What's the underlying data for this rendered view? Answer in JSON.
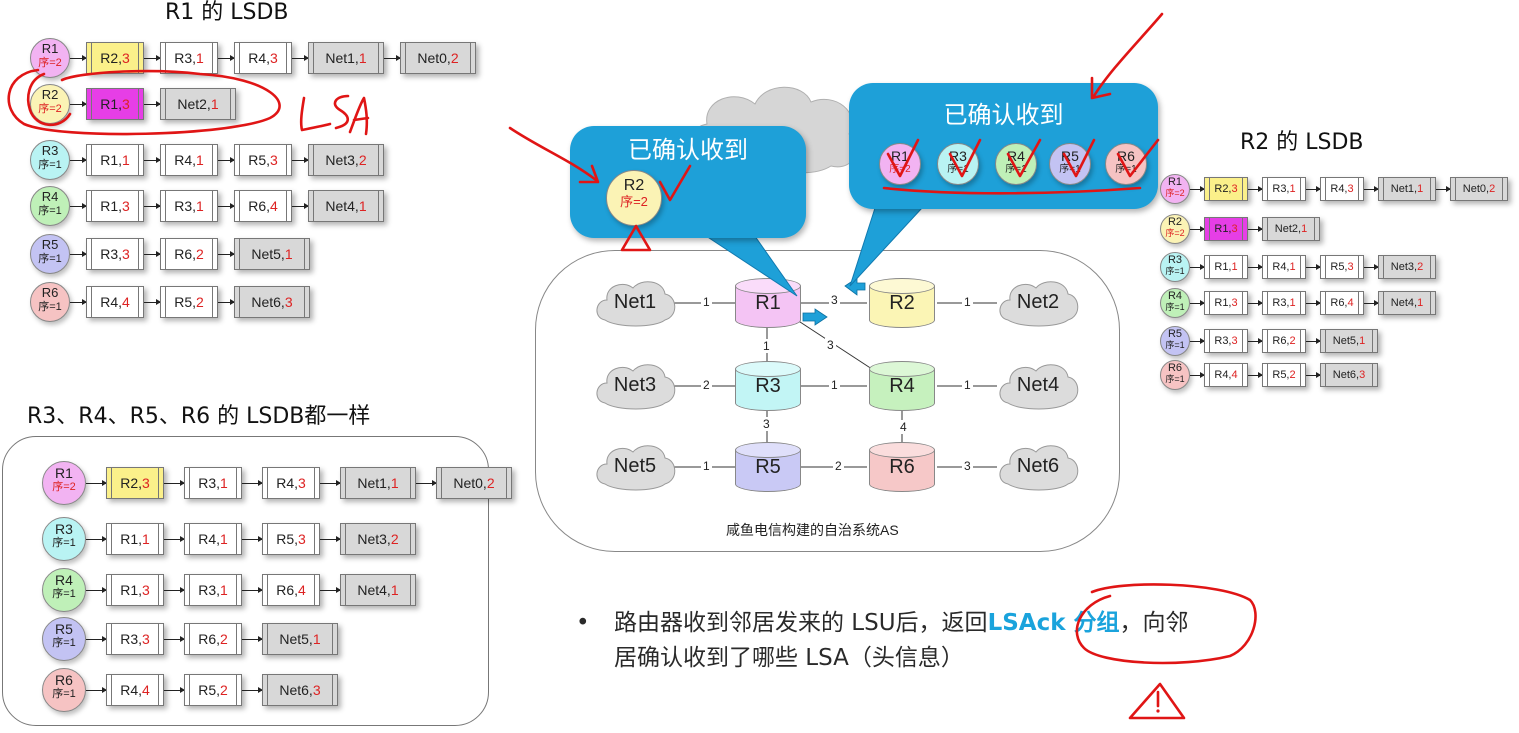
{
  "titles": {
    "r1_lsdb": "R1 的 LSDB",
    "r2_lsdb": "R2 的 LSDB",
    "others_lsdb": "R3、R4、R5、R6 的 LSDB都一样",
    "callout_left": "已确认收到",
    "callout_right": "已确认收到",
    "as_caption": "咸鱼电信构建的自治系统AS",
    "annotation_lsa": "LSA"
  },
  "lsdb": [
    {
      "router": "R1",
      "seq": "序=2",
      "seq_red": true,
      "color": "#f2b3f2",
      "cells": [
        {
          "label": "R2, ",
          "val": "3",
          "style": "yel"
        },
        {
          "label": "R3, ",
          "val": "1",
          "style": "rt"
        },
        {
          "label": "R4, ",
          "val": "3",
          "style": "rt"
        },
        {
          "label": "Net1, ",
          "val": "1",
          "style": "net"
        },
        {
          "label": "Net0, ",
          "val": "2",
          "style": "net"
        }
      ]
    },
    {
      "router": "R2",
      "seq": "序=2",
      "seq_red": true,
      "color": "#fbf3b5",
      "cells": [
        {
          "label": "R1, ",
          "val": "3",
          "style": "mag"
        },
        {
          "label": "Net2, ",
          "val": "1",
          "style": "net"
        }
      ]
    },
    {
      "router": "R3",
      "seq": "序=1",
      "seq_red": false,
      "color": "#b9f3f3",
      "cells": [
        {
          "label": "R1, ",
          "val": "1",
          "style": "rt"
        },
        {
          "label": "R4, ",
          "val": "1",
          "style": "rt"
        },
        {
          "label": "R5, ",
          "val": "3",
          "style": "rt"
        },
        {
          "label": "Net3, ",
          "val": "2",
          "style": "net"
        }
      ]
    },
    {
      "router": "R4",
      "seq": "序=1",
      "seq_red": false,
      "color": "#bff0b8",
      "cells": [
        {
          "label": "R1, ",
          "val": "3",
          "style": "rt"
        },
        {
          "label": "R3, ",
          "val": "1",
          "style": "rt"
        },
        {
          "label": "R6, ",
          "val": "4",
          "style": "rt"
        },
        {
          "label": "Net4, ",
          "val": "1",
          "style": "net"
        }
      ]
    },
    {
      "router": "R5",
      "seq": "序=1",
      "seq_red": false,
      "color": "#c3c3f3",
      "cells": [
        {
          "label": "R3, ",
          "val": "3",
          "style": "rt"
        },
        {
          "label": "R6, ",
          "val": "2",
          "style": "rt"
        },
        {
          "label": "Net5, ",
          "val": "1",
          "style": "net"
        }
      ]
    },
    {
      "router": "R6",
      "seq": "序=1",
      "seq_red": false,
      "color": "#f6c3c3",
      "cells": [
        {
          "label": "R4, ",
          "val": "4",
          "style": "rt"
        },
        {
          "label": "R5, ",
          "val": "2",
          "style": "rt"
        },
        {
          "label": "Net6, ",
          "val": "3",
          "style": "net"
        }
      ]
    }
  ],
  "callout_left_node": {
    "router": "R2",
    "seq": "序=2"
  },
  "callout_right_nodes": [
    {
      "router": "R1",
      "seq": "序=2",
      "color": "#f2b3f2"
    },
    {
      "router": "R3",
      "seq": "序=1",
      "color": "#b9f3f3"
    },
    {
      "router": "R4",
      "seq": "序=1",
      "color": "#bff0b8"
    },
    {
      "router": "R5",
      "seq": "序=1",
      "color": "#c3c3f3"
    },
    {
      "router": "R6",
      "seq": "序=1",
      "color": "#f6c3c3"
    }
  ],
  "topology": {
    "routers": [
      {
        "name": "R1",
        "color": "#f4c4f4"
      },
      {
        "name": "R2",
        "color": "#fbf5b5"
      },
      {
        "name": "R3",
        "color": "#c2f5f5"
      },
      {
        "name": "R4",
        "color": "#c6f1be"
      },
      {
        "name": "R5",
        "color": "#c9c9f5"
      },
      {
        "name": "R6",
        "color": "#f6c8c8"
      }
    ],
    "networks": [
      "Net1",
      "Net2",
      "Net3",
      "Net4",
      "Net5",
      "Net6"
    ],
    "links": [
      {
        "a": "Net1",
        "b": "R1",
        "cost": "1"
      },
      {
        "a": "R1",
        "b": "R2",
        "cost": "3"
      },
      {
        "a": "R2",
        "b": "Net2",
        "cost": "1"
      },
      {
        "a": "R1",
        "b": "R3",
        "cost": "1"
      },
      {
        "a": "R1",
        "b": "R4",
        "cost": "3"
      },
      {
        "a": "Net3",
        "b": "R3",
        "cost": "2"
      },
      {
        "a": "R3",
        "b": "R4",
        "cost": "1"
      },
      {
        "a": "R4",
        "b": "Net4",
        "cost": "1"
      },
      {
        "a": "R3",
        "b": "R5",
        "cost": "3"
      },
      {
        "a": "R4",
        "b": "R6",
        "cost": "4"
      },
      {
        "a": "Net5",
        "b": "R5",
        "cost": "1"
      },
      {
        "a": "R5",
        "b": "R6",
        "cost": "2"
      },
      {
        "a": "R6",
        "b": "Net6",
        "cost": "3"
      }
    ]
  },
  "bullet": {
    "line1_pre": "路由器收到邻居发来的 LSU后，返回",
    "line1_highlight": "LSAck 分组",
    "line1_post": "，向邻",
    "line2": "居确认收到了哪些 LSA（头信息）"
  },
  "colors": {
    "callout": "#1ea0d8",
    "highlight_text": "#1aa3dc",
    "value_red": "#d22222",
    "ink_red": "#e01515"
  }
}
